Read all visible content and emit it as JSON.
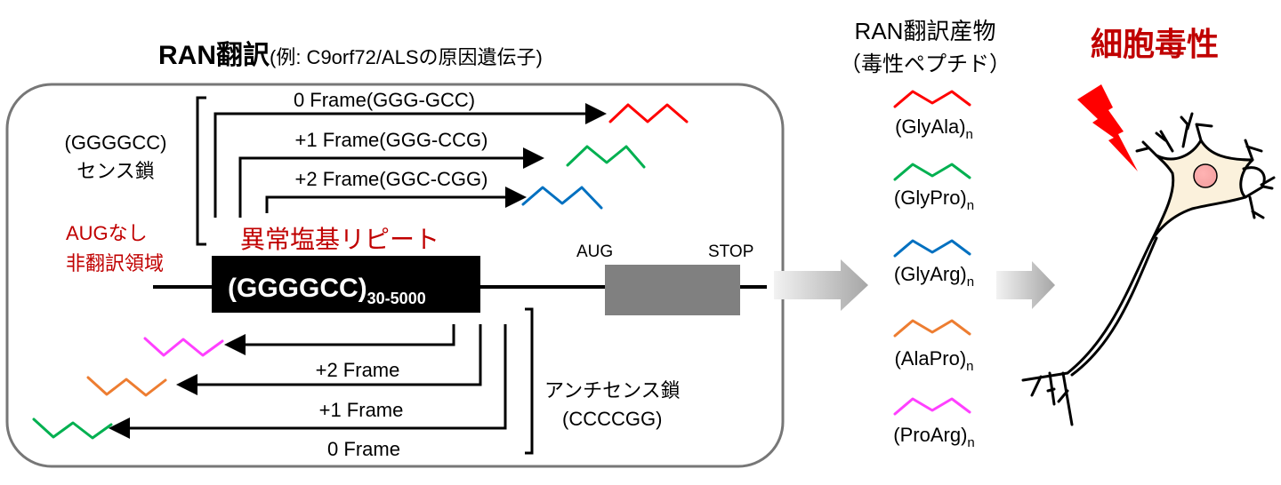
{
  "title": {
    "main": "RAN翻訳",
    "sub": "(例: C9orf72/ALSの原因遺伝子)"
  },
  "sense": {
    "label_line1": "(GGGGCC)",
    "label_line2": "センス鎖",
    "frames": [
      {
        "label": "0 Frame(GGG-GCC)",
        "color": "#ff0000"
      },
      {
        "label": "+1 Frame(GGG-CCG)",
        "color": "#00b050"
      },
      {
        "label": "+2 Frame(GGC-CGG)",
        "color": "#0070c0"
      }
    ]
  },
  "utr": {
    "line1": "AUGなし",
    "line2": "非翻訳領域"
  },
  "repeat": {
    "heading": "異常塩基リピート",
    "text": "(GGGGCC)",
    "subscript": "30-5000"
  },
  "gene": {
    "start": "AUG",
    "stop": "STOP"
  },
  "antisense": {
    "label_line1": "アンチセンス鎖",
    "label_line2": "(CCCCGG)",
    "frames": [
      {
        "label": "+2 Frame",
        "color": "#ff40ff"
      },
      {
        "label": "+1 Frame",
        "color": "#ed7d31"
      },
      {
        "label": "0 Frame",
        "color": "#00b050"
      }
    ]
  },
  "products": {
    "title_line1": "RAN翻訳産物",
    "title_line2": "（毒性ペプチド）",
    "items": [
      {
        "name": "(GlyAla)",
        "sub": "n",
        "color": "#ff0000"
      },
      {
        "name": "(GlyPro)",
        "sub": "n",
        "color": "#00b050"
      },
      {
        "name": "(GlyArg)",
        "sub": "n",
        "color": "#0070c0"
      },
      {
        "name": "(AlaPro)",
        "sub": "n",
        "color": "#ed7d31"
      },
      {
        "name": "(ProArg)",
        "sub": "n",
        "color": "#ff40ff"
      }
    ]
  },
  "toxicity": {
    "label": "細胞毒性",
    "color": "#c00000"
  }
}
